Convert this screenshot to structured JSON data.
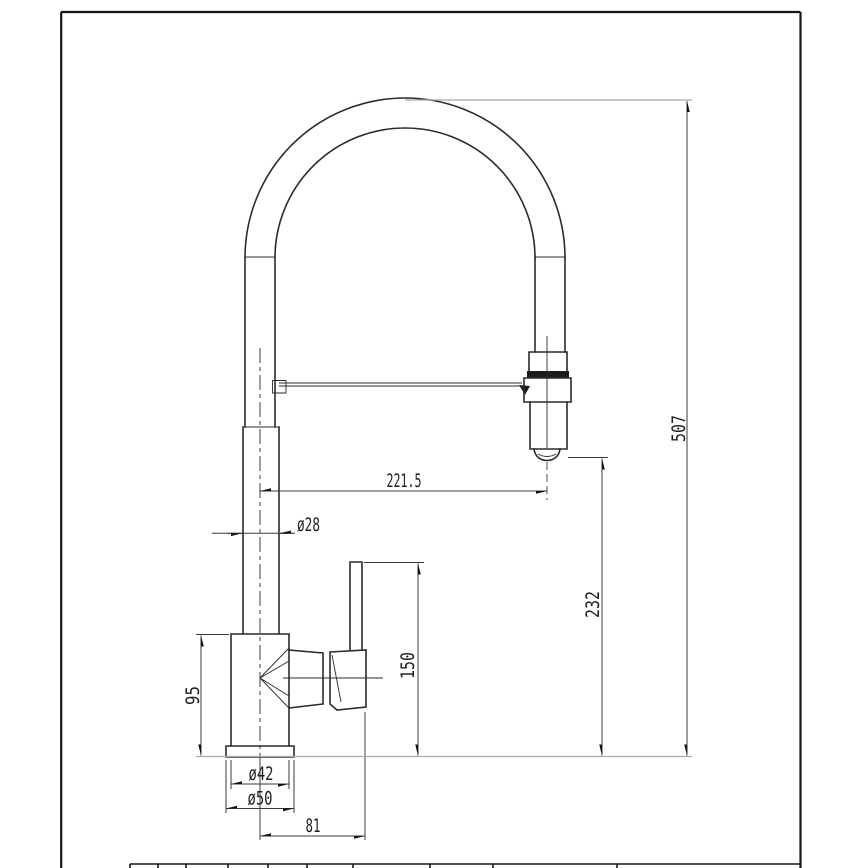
{
  "sheet": {
    "background": "#ffffff",
    "line_color": "#2b2b2b",
    "dimension_line_color": "#3a3a3a",
    "extension_line_color": "#a8a8a8",
    "text_color": "#1f1f1f",
    "subject": "Pull-down kitchen faucet side elevation with dimensions"
  },
  "dimensions": {
    "overall_height": "507",
    "spout_reach": "221.5",
    "spout_tube_diameter": "ø28",
    "spray_outlet_height": "232",
    "handle_top_height": "150",
    "body_height": "95",
    "body_diameter": "ø42",
    "base_diameter": "ø50",
    "handle_center_offset": "81"
  }
}
